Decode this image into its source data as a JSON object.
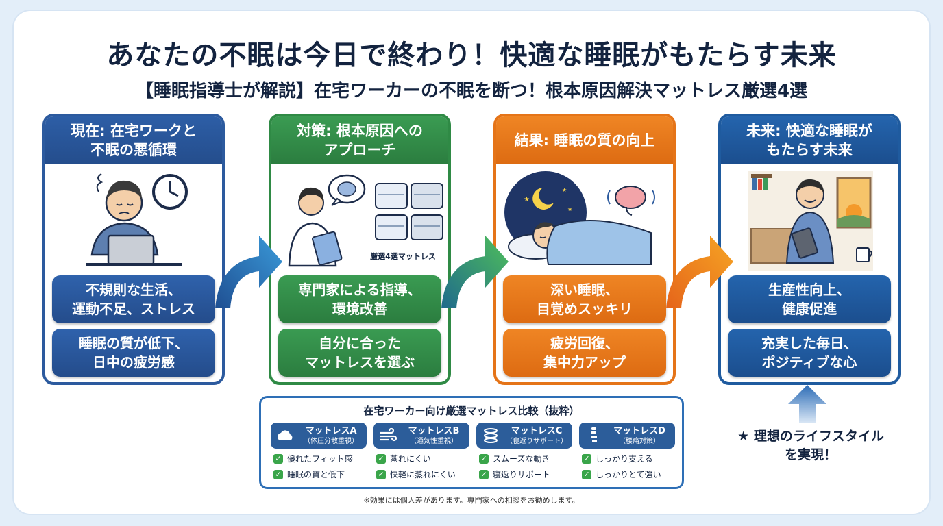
{
  "title": "あなたの不眠は今日で終わり！快適な睡眠がもたらす未来",
  "subtitle": "【睡眠指導士が解説】在宅ワーカーの不眠を断つ！根本原因解決マットレス厳選4選",
  "colors": {
    "present": "#2c5a9e",
    "strategy": "#2f8a45",
    "result": "#e57418",
    "future": "#1f5b9f",
    "check": "#3aa54a"
  },
  "panels": [
    {
      "heading": "現在: 在宅ワークと\n不眠の悪循環",
      "box1": "不規則な生活、\n運動不足、ストレス",
      "box2": "睡眠の質が低下、\n日中の疲労感",
      "icons": [
        "tired-worker-icon",
        "clock-icon",
        "laptop-icon"
      ]
    },
    {
      "heading": "対策: 根本原因への\nアプローチ",
      "illus_label": "厳選4選マットレス",
      "box1": "専門家による指導、\n環境改善",
      "box2": "自分に合った\nマットレスを選ぶ",
      "icons": [
        "doctor-icon",
        "brain-bubble-icon",
        "mattress-icon"
      ]
    },
    {
      "heading": "結果: 睡眠の質の向上",
      "box1": "深い睡眠、\n目覚めスッキリ",
      "box2": "疲労回復、\n集中力アップ",
      "icons": [
        "moon-icon",
        "sleeping-person-icon",
        "brain-icon"
      ]
    },
    {
      "heading": "未来: 快適な睡眠が\nもたらす未来",
      "box1": "生産性向上、\n健康促進",
      "box2": "充実した毎日、\nポジティブな心",
      "icons": [
        "happy-person-icon",
        "sunrise-window-icon",
        "coffee-icon"
      ]
    }
  ],
  "comparison": {
    "title": "在宅ワーカー向け厳選マットレス比較（抜粋）",
    "items": [
      {
        "name": "マットレスA",
        "sub": "（体圧分散重視）",
        "icon": "cloud-icon",
        "features": [
          "優れたフィット感",
          "睡眠の質と低下"
        ]
      },
      {
        "name": "マットレスB",
        "sub": "（通気性重視）",
        "icon": "wind-icon",
        "features": [
          "蒸れにくい",
          "快軽に蒸れにくい"
        ]
      },
      {
        "name": "マットレスC",
        "sub": "（寝返りサポート）",
        "icon": "spring-icon",
        "features": [
          "スムーズな動き",
          "寝返りサポート"
        ]
      },
      {
        "name": "マットレスD",
        "sub": "（腰痛対策）",
        "icon": "spine-icon",
        "features": [
          "しっかり支える",
          "しっかりとて強い"
        ]
      }
    ]
  },
  "ideal": "★ 理想のライフスタイル\nを実現！",
  "note": "※効果には個人差があります。専門家への相談をお勧めします。"
}
